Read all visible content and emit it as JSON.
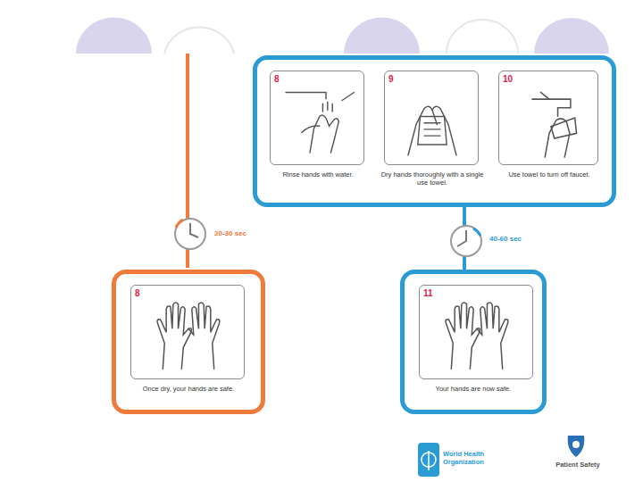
{
  "diagram": {
    "nodes": [
      {
        "text": [
          "8",
          "Once dry, your hands are safe."
        ]
      },
      {
        "text": []
      },
      {
        "text": [
          "8",
          "Rinse hands with water."
        ],
        "in": 1
      },
      {
        "text": [
          "9",
          "Dry hands thoroughly with a single use towel."
        ],
        "in": 1
      },
      {
        "text": [
          "10",
          "Use towel to turn off faucet."
        ],
        "in": 1
      },
      {
        "text": [
          "11",
          "Your hands are now safe."
        ]
      }
    ],
    "edges": [
      {
        "from": 1,
        "to": 5,
        "label": "40-60 sec",
        "arrow": "none"
      }
    ],
    "labels": [
      "20-30 sec",
      "World Health Organization",
      "Patient Safety"
    ]
  }
}
